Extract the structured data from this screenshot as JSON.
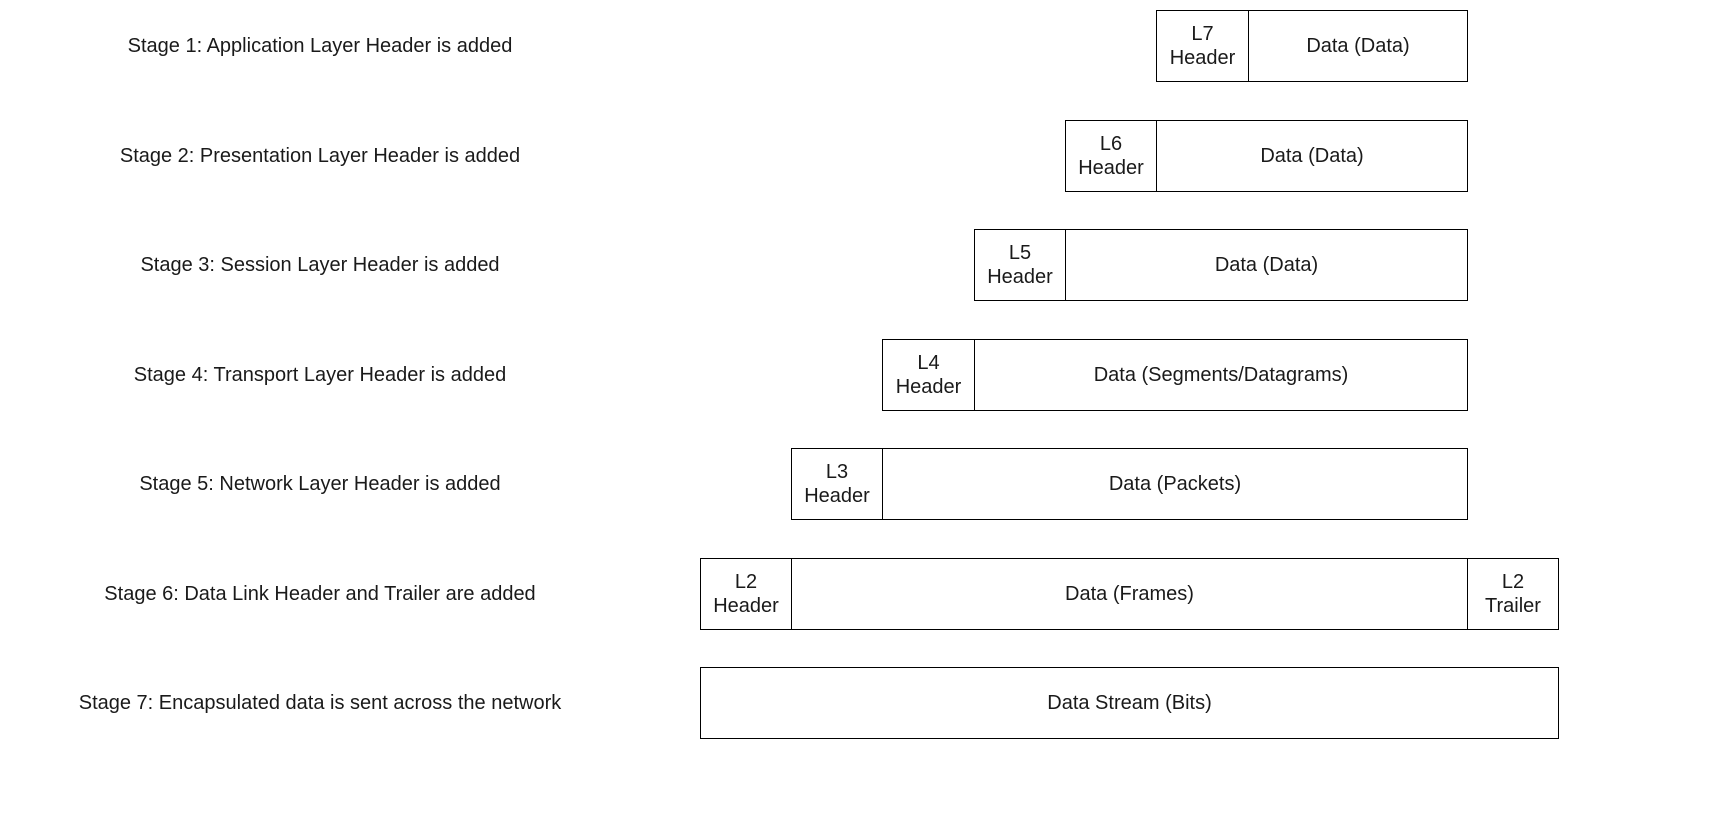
{
  "stages": [
    {
      "label": "Stage 1: Application Layer Header is added",
      "cells": [
        {
          "role": "header",
          "text": "L7\nHeader"
        },
        {
          "role": "data",
          "text": "Data (Data)"
        }
      ]
    },
    {
      "label": "Stage 2: Presentation Layer Header is added",
      "cells": [
        {
          "role": "header",
          "text": "L6\nHeader"
        },
        {
          "role": "data",
          "text": "Data (Data)"
        }
      ]
    },
    {
      "label": "Stage 3: Session Layer Header is added",
      "cells": [
        {
          "role": "header",
          "text": "L5\nHeader"
        },
        {
          "role": "data",
          "text": "Data (Data)"
        }
      ]
    },
    {
      "label": "Stage 4: Transport Layer Header is added",
      "cells": [
        {
          "role": "header",
          "text": "L4\nHeader"
        },
        {
          "role": "data",
          "text": "Data (Segments/Datagrams)"
        }
      ]
    },
    {
      "label": "Stage 5: Network Layer Header is added",
      "cells": [
        {
          "role": "header",
          "text": "L3\nHeader"
        },
        {
          "role": "data",
          "text": "Data (Packets)"
        }
      ]
    },
    {
      "label": "Stage 6: Data Link Header and Trailer are added",
      "cells": [
        {
          "role": "header",
          "text": "L2\nHeader"
        },
        {
          "role": "data",
          "text": "Data (Frames)"
        },
        {
          "role": "trailer",
          "text": "L2\nTrailer"
        }
      ]
    },
    {
      "label": "Stage 7: Encapsulated data is sent across the network",
      "cells": [
        {
          "role": "stream",
          "text": "Data Stream (Bits)"
        }
      ]
    }
  ]
}
